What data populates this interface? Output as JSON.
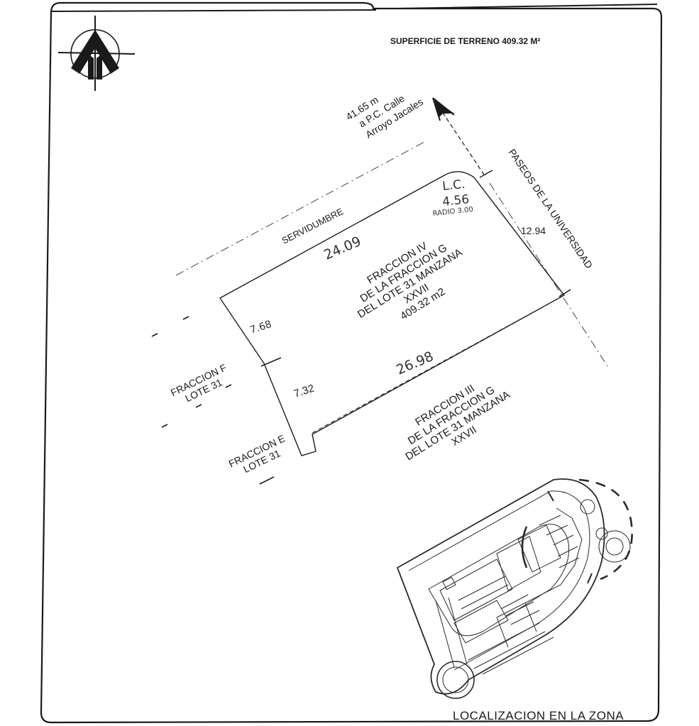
{
  "title": "SUPERFICIE DE TERRENO 409.32 M²",
  "reference": {
    "distance": "41.65 m",
    "line2": "a P.C. Calle",
    "line3": "Arroyo Jacales"
  },
  "streets": {
    "servidumbre": "SERVIDUMBRE",
    "paseos": "PASEOS DE LA UNIVERSIDAD"
  },
  "curve": {
    "label": "L.C.",
    "length": "4.56",
    "radius": "RADIO 3.00"
  },
  "dimensions": {
    "top": "24.09",
    "right": "12.94",
    "left_upper": "7.68",
    "left_lower": "7.32",
    "bottom": "26.98"
  },
  "lot": {
    "line1": "FRACCION IV",
    "line2": "DE LA FRACCION G",
    "line3": "DEL LOTE 31 MANZANA",
    "line4": "XXVII",
    "area": "409.32 m2"
  },
  "neighbors": {
    "fraccion_f": {
      "line1": "FRACCION F",
      "line2": "LOTE 31"
    },
    "fraccion_e": {
      "line1": "FRACCION E",
      "line2": "LOTE 31"
    },
    "fraccion_iii": {
      "line1": "FRACCION III",
      "line2": "DE LA FRACCION G",
      "line3": "DEL LOTE 31 MANZANA",
      "line4": "XXVII"
    }
  },
  "location_caption": "LOCALIZACION EN LA ZONA",
  "north_arrow_icon": "north-arrow-icon"
}
